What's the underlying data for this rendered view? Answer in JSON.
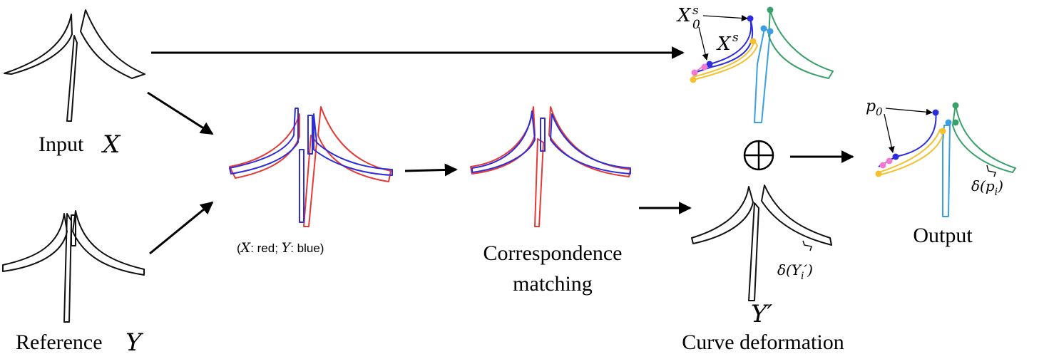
{
  "labels": {
    "input_word": "Input",
    "input_var": "X",
    "reference_word": "Reference",
    "reference_var": "Y",
    "legend_open": "(",
    "legend_x": "X",
    "legend_mid": ": red; ",
    "legend_y": "Y",
    "legend_close": ": blue)",
    "correspondence_line1": "Correspondence",
    "correspondence_line2": "matching",
    "y_prime": "Y′",
    "curve_deformation": "Curve deformation",
    "output": "Output",
    "oplus": "⊕",
    "x0s_base": "X",
    "x0s_sub": "0",
    "x0s_sup": "s",
    "xs_base": "X",
    "xs_sup": "s",
    "p0_base": "p",
    "p0_sub": "0",
    "delta_y_open": "δ(",
    "delta_y_var": "Y",
    "delta_y_sub": "i",
    "delta_y_close": "′)",
    "delta_p_open": "δ(",
    "delta_p_var": "p",
    "delta_p_sub": "i",
    "delta_p_close": ")"
  },
  "colors": {
    "input_outline": "#e53935",
    "reference_outline": "#2d2ddc",
    "curve_blue": "#2d2ddc",
    "curve_lightblue": "#3a9ee0",
    "curve_green": "#3aa06a",
    "curve_yellow": "#f2c230",
    "curve_pink": "#ef7ad0",
    "arrow": "#000000"
  }
}
